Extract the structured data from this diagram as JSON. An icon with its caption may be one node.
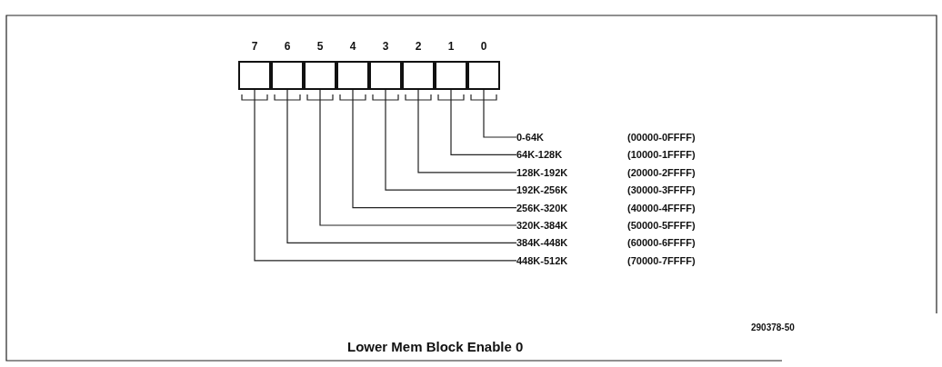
{
  "diagram": {
    "caption": "Lower Mem Block Enable 0",
    "nodes": [
      {
        "text": [
          "7"
        ]
      },
      {
        "text": [
          "6"
        ]
      },
      {
        "text": [
          "5"
        ]
      },
      {
        "text": [
          "4"
        ]
      },
      {
        "text": [
          "3"
        ]
      },
      {
        "text": [
          "2"
        ]
      },
      {
        "text": [
          "1"
        ]
      },
      {
        "text": [
          "0"
        ]
      },
      {
        "text": [
          "0-64K",
          "(00000-0FFFF)"
        ]
      },
      {
        "text": [
          "64K-128K",
          "(10000-1FFFF)"
        ]
      },
      {
        "text": [
          "128K-192K",
          "(20000-2FFFF)"
        ]
      },
      {
        "text": [
          "192K-256K",
          "(30000-3FFFF)"
        ]
      },
      {
        "text": [
          "256K-320K",
          "(40000-4FFFF)"
        ]
      },
      {
        "text": [
          "320K-384K",
          "(50000-5FFFF)"
        ]
      },
      {
        "text": [
          "384K-448K",
          "(60000-6FFFF)"
        ]
      },
      {
        "text": [
          "448K-512K",
          "(70000-7FFFF)"
        ]
      }
    ],
    "edges": [
      {
        "from": 7,
        "to": 8,
        "arrow": "none"
      },
      {
        "from": 6,
        "to": 9,
        "arrow": "none"
      },
      {
        "from": 5,
        "to": 10,
        "arrow": "none"
      },
      {
        "from": 4,
        "to": 11,
        "arrow": "none"
      },
      {
        "from": 3,
        "to": 12,
        "arrow": "none"
      },
      {
        "from": 2,
        "to": 13,
        "arrow": "none"
      },
      {
        "from": 1,
        "to": 14,
        "arrow": "none"
      },
      {
        "from": 0,
        "to": 15,
        "arrow": "none"
      }
    ],
    "labels": [
      "290378-50"
    ]
  }
}
